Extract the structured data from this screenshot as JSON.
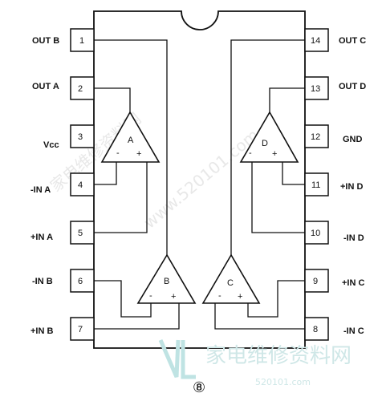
{
  "pins": {
    "p1": {
      "num": "1",
      "label": "OUT B"
    },
    "p2": {
      "num": "2",
      "label": "OUT A"
    },
    "p3": {
      "num": "3",
      "label": "Vcc"
    },
    "p4": {
      "num": "4",
      "label": "-IN A"
    },
    "p5": {
      "num": "5",
      "label": "+IN A"
    },
    "p6": {
      "num": "6",
      "label": "-IN B"
    },
    "p7": {
      "num": "7",
      "label": "+IN B"
    },
    "p8": {
      "num": "8",
      "label": "-IN C"
    },
    "p9": {
      "num": "9",
      "label": "+IN C"
    },
    "p10": {
      "num": "10",
      "label": "-IN D"
    },
    "p11": {
      "num": "11",
      "label": "+IN D"
    },
    "p12": {
      "num": "12",
      "label": "GND"
    },
    "p13": {
      "num": "13",
      "label": "OUT D"
    },
    "p14": {
      "num": "14",
      "label": "OUT C"
    }
  },
  "amplifiers": {
    "a": {
      "name": "A",
      "minus": "-",
      "plus": "+"
    },
    "b": {
      "name": "B",
      "minus": "-",
      "plus": "+"
    },
    "c": {
      "name": "C",
      "minus": "-",
      "plus": "+"
    },
    "d": {
      "name": "D",
      "minus": "-",
      "plus": "+"
    }
  },
  "figure_number": "⑧",
  "watermark": {
    "brand_text": "家电维修资料网",
    "site_text": "520101.com",
    "url_text": "www.520101.com"
  }
}
